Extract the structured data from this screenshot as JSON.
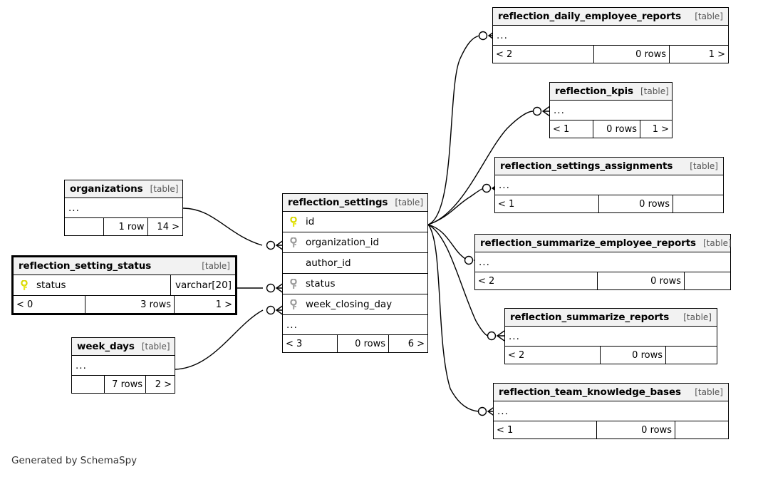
{
  "diagram": {
    "generator_note": "Generated by SchemaSpy",
    "kind_label": "[table]",
    "ellipsis": "...",
    "icons": {
      "primary_key": "key-icon-yellow",
      "foreign_key": "key-icon-gray"
    },
    "colors": {
      "primary_key": "#e8e81e",
      "foreign_key": "#a8a8a8",
      "header_bg": "#f2f2f2",
      "border": "#000000",
      "background": "#ffffff",
      "text": "#000000"
    }
  },
  "tables": {
    "organizations": {
      "name": "organizations",
      "kind": "[table]",
      "ellipsis": "...",
      "footer": {
        "left": "",
        "middle": "1 row",
        "right": "14 >"
      }
    },
    "reflection_setting_status": {
      "name": "reflection_setting_status",
      "kind": "[table]",
      "columns": [
        {
          "key": "primary",
          "name": "status",
          "type": "varchar[20]"
        }
      ],
      "footer": {
        "left": "< 0",
        "middle": "3 rows",
        "right": "1 >"
      }
    },
    "week_days": {
      "name": "week_days",
      "kind": "[table]",
      "ellipsis": "...",
      "footer": {
        "left": "",
        "middle": "7 rows",
        "right": "2 >"
      }
    },
    "reflection_settings": {
      "name": "reflection_settings",
      "kind": "[table]",
      "columns": [
        {
          "key": "primary",
          "name": "id",
          "type": ""
        },
        {
          "key": "foreign",
          "name": "organization_id",
          "type": ""
        },
        {
          "key": "none",
          "name": "author_id",
          "type": ""
        },
        {
          "key": "foreign",
          "name": "status",
          "type": ""
        },
        {
          "key": "foreign",
          "name": "week_closing_day",
          "type": ""
        }
      ],
      "ellipsis": "...",
      "footer": {
        "left": "< 3",
        "middle": "0 rows",
        "right": "6 >"
      }
    },
    "reflection_daily_employee_reports": {
      "name": "reflection_daily_employee_reports",
      "kind": "[table]",
      "ellipsis": "...",
      "footer": {
        "left": "< 2",
        "middle": "0 rows",
        "right": "1 >"
      }
    },
    "reflection_kpis": {
      "name": "reflection_kpis",
      "kind": "[table]",
      "ellipsis": "...",
      "footer": {
        "left": "< 1",
        "middle": "0 rows",
        "right": "1 >"
      }
    },
    "reflection_settings_assignments": {
      "name": "reflection_settings_assignments",
      "kind": "[table]",
      "ellipsis": "...",
      "footer": {
        "left": "< 1",
        "middle": "0 rows",
        "right": ""
      }
    },
    "reflection_summarize_employee_reports": {
      "name": "reflection_summarize_employee_reports",
      "kind": "[table]",
      "ellipsis": "...",
      "footer": {
        "left": "< 2",
        "middle": "0 rows",
        "right": ""
      }
    },
    "reflection_summarize_reports": {
      "name": "reflection_summarize_reports",
      "kind": "[table]",
      "ellipsis": "...",
      "footer": {
        "left": "< 2",
        "middle": "0 rows",
        "right": ""
      }
    },
    "reflection_team_knowledge_bases": {
      "name": "reflection_team_knowledge_bases",
      "kind": "[table]",
      "ellipsis": "...",
      "footer": {
        "left": "< 1",
        "middle": "0 rows",
        "right": ""
      }
    }
  },
  "relationships": [
    {
      "from": "organizations",
      "to": "reflection_settings.organization_id"
    },
    {
      "from": "reflection_setting_status",
      "to": "reflection_settings.status"
    },
    {
      "from": "week_days",
      "to": "reflection_settings.week_closing_day"
    },
    {
      "from": "reflection_settings.id",
      "to": "reflection_daily_employee_reports"
    },
    {
      "from": "reflection_settings.id",
      "to": "reflection_kpis"
    },
    {
      "from": "reflection_settings.id",
      "to": "reflection_settings_assignments"
    },
    {
      "from": "reflection_settings.id",
      "to": "reflection_summarize_employee_reports"
    },
    {
      "from": "reflection_settings.id",
      "to": "reflection_summarize_reports"
    },
    {
      "from": "reflection_settings.id",
      "to": "reflection_team_knowledge_bases"
    }
  ]
}
